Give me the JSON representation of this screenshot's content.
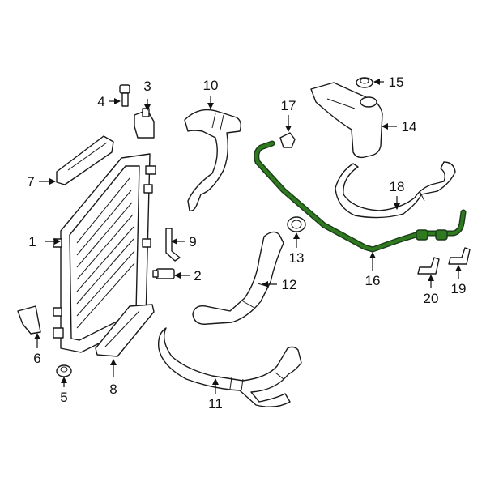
{
  "highlight_color": "#2f7a1f",
  "highlighted_part": "16",
  "callouts": {
    "c1": "1",
    "c2": "2",
    "c3": "3",
    "c4": "4",
    "c5": "5",
    "c6": "6",
    "c7": "7",
    "c8": "8",
    "c9": "9",
    "c10": "10",
    "c11": "11",
    "c12": "12",
    "c13": "13",
    "c14": "14",
    "c15": "15",
    "c16": "16",
    "c17": "17",
    "c18": "18",
    "c19": "19",
    "c20": "20"
  }
}
